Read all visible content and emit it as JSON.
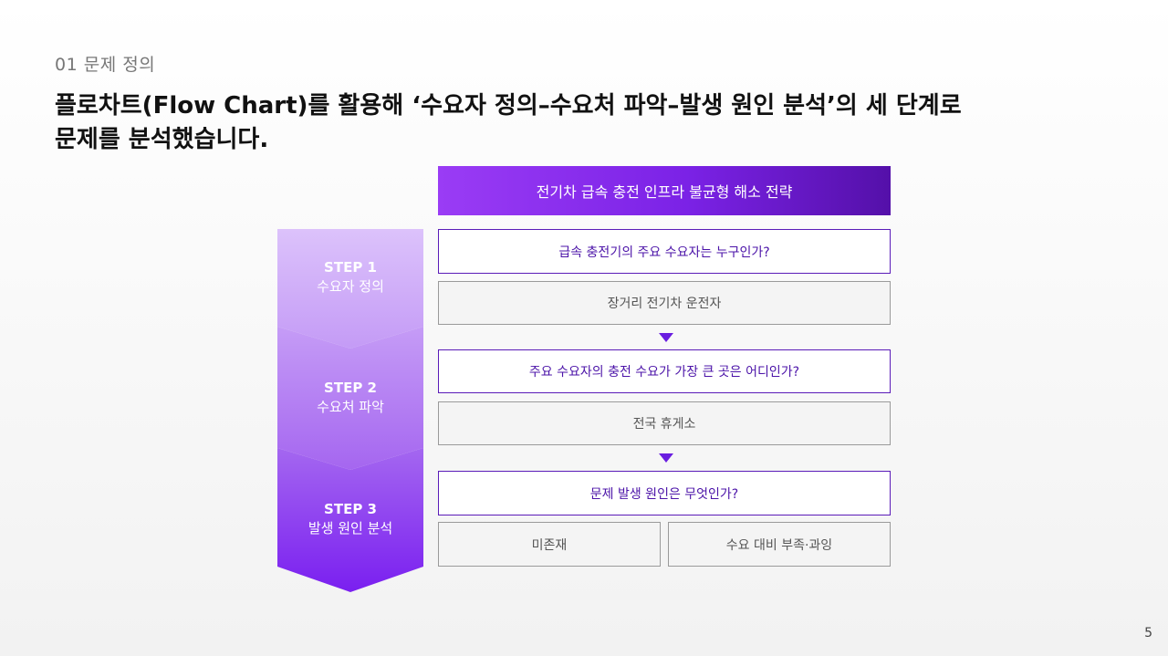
{
  "header": {
    "section_label": "01  문제 정의",
    "headline_line1": "플로차트(Flow Chart)를 활용해 ‘수요자 정의–수요처 파악–발생 원인 분석’의 세 단계로",
    "headline_line2": "문제를 분석했습니다."
  },
  "flow": {
    "title": "전기차 급속 충전 인프라 불균형 해소 전략",
    "steps": [
      {
        "step": "STEP 1",
        "name": "수요자 정의",
        "question": "급속 충전기의 주요 수요자는 누구인가?",
        "answers": [
          "장거리 전기차 운전자"
        ]
      },
      {
        "step": "STEP 2",
        "name": "수요처 파악",
        "question": "주요 수요자의 충전 수요가 가장 큰 곳은 어디인가?",
        "answers": [
          "전국 휴게소"
        ]
      },
      {
        "step": "STEP 3",
        "name": "발생 원인 분석",
        "question": "문제 발생 원인은 무엇인가?",
        "answers": [
          "미존재",
          "수요 대비 부족·과잉"
        ]
      }
    ]
  },
  "footer": {
    "page_number": "5"
  },
  "colors": {
    "accent": "#7b22e6",
    "accent_dark": "#5410a9",
    "question_text": "#4b13a8"
  }
}
